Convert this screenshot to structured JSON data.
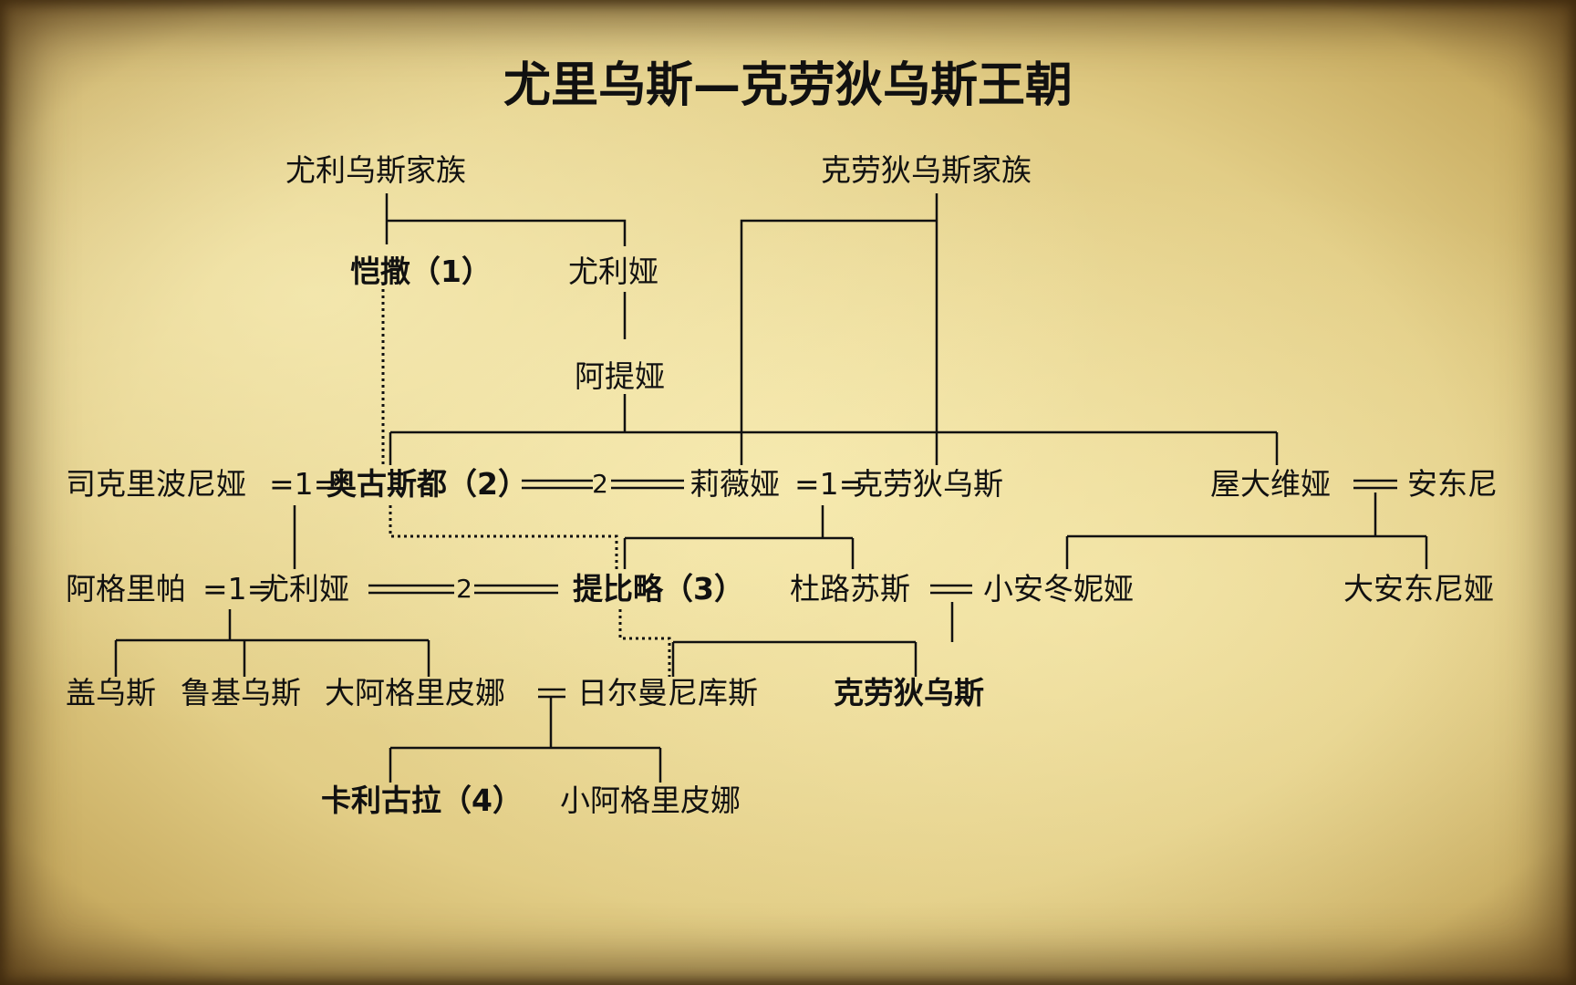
{
  "title": "尤里乌斯—克劳狄乌斯王朝",
  "families": {
    "julius": "尤利乌斯家族",
    "claudius": "克劳狄乌斯家族"
  },
  "people": {
    "caesar": "恺撒（1）",
    "julia_sister": "尤利娅",
    "atia": "阿提娅",
    "scribonia": "司克里波尼娅",
    "augustus": "奥古斯都（2）",
    "livia": "莉薇娅",
    "claudius_nero": "克劳狄乌斯",
    "octavia": "屋大维娅",
    "antony": "安东尼",
    "agrippa": "阿格里帕",
    "julia": "尤利娅",
    "tiberius": "提比略（3）",
    "drusus": "杜路苏斯",
    "antonia_minor": "小安冬妮娅",
    "antonia_major": "大安东尼娅",
    "gaius": "盖乌斯",
    "lucius": "鲁基乌斯",
    "agrippina_major": "大阿格里皮娜",
    "germanicus": "日尔曼尼库斯",
    "claudius_emperor": "克劳狄乌斯",
    "caligula": "卡利古拉（4）",
    "agrippina_minor": "小阿格里皮娜"
  },
  "marriage_marks": {
    "m1": "=1=",
    "m2": "2"
  },
  "colors": {
    "ink": "#111111",
    "parchment": "#e8d594"
  }
}
